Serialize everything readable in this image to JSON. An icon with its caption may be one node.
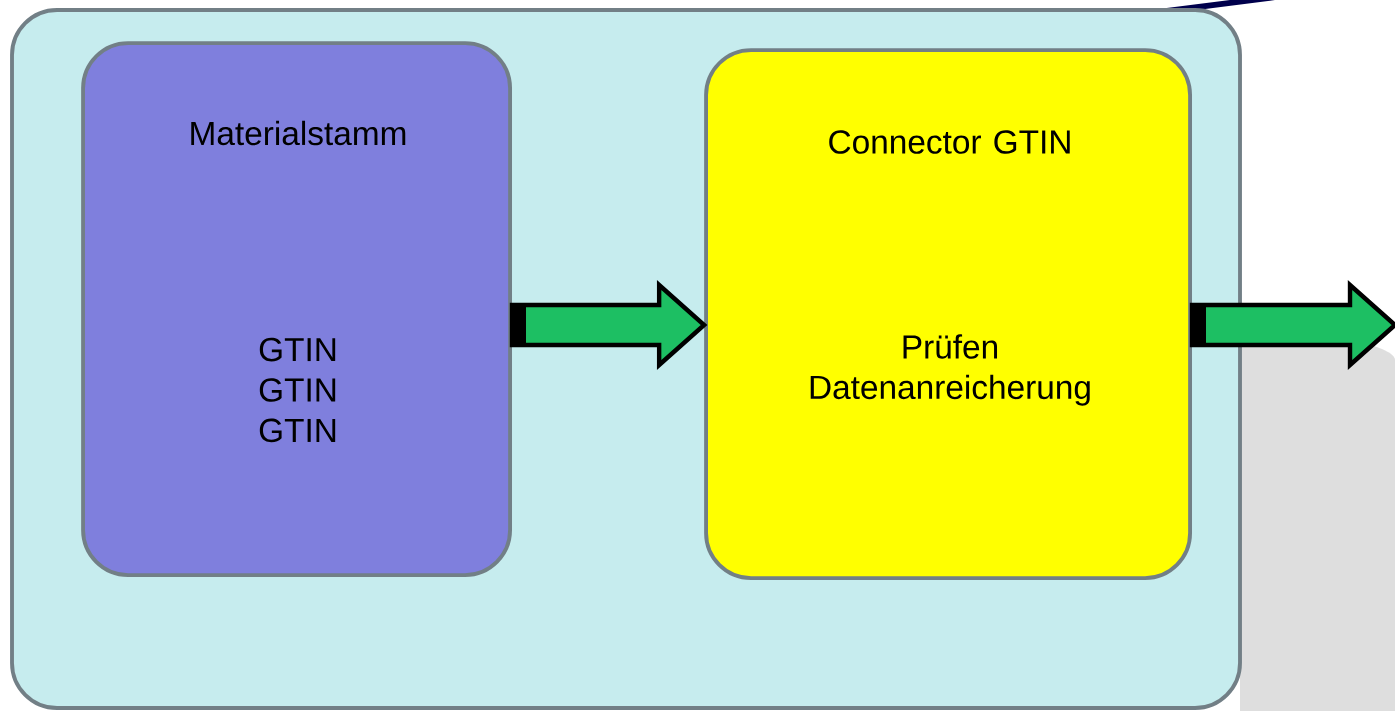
{
  "diagram": {
    "nodes": [
      {
        "text": [],
        "shape": "box"
      },
      {
        "text": [
          "Materialstamm",
          "GTIN GTIN GTIN"
        ],
        "in": 0
      },
      {
        "text": [
          "Connector GTIN",
          "Prüfen Datenanreicherung"
        ],
        "in": 0
      }
    ],
    "edges": [
      {
        "from": 1,
        "to": 2,
        "arrow": "to"
      },
      {
        "from": 2,
        "to": null,
        "arrow": "to"
      }
    ]
  }
}
